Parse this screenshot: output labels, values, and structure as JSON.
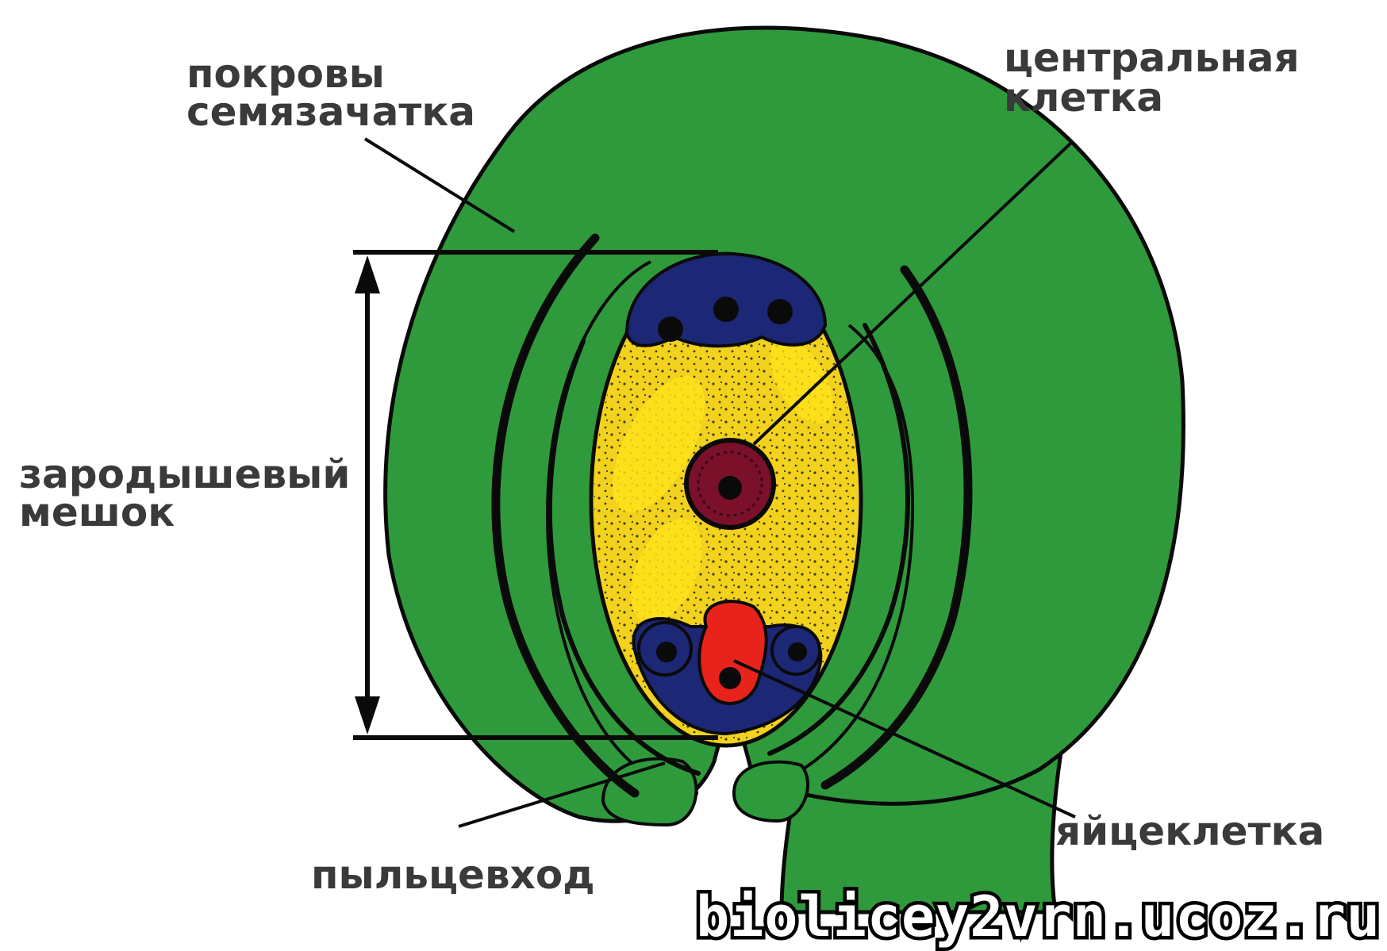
{
  "labels": {
    "integument": [
      "покровы",
      "семязачатка"
    ],
    "central_cell": [
      "центральная",
      "клетка"
    ],
    "embryo_sac": [
      "зародышевый",
      "мешок"
    ],
    "micropyle": "пыльцевход",
    "egg_cell": "яйцеклетка"
  },
  "watermark": "biolicey2vrn.ucoz.ru",
  "colors": {
    "tissue": "#2f9a3c",
    "outline": "#0a0a0a",
    "cytoplasm": "#f2d21c",
    "antipodal": "#1c2775",
    "egg": "#e8231c",
    "nucleus": "#7a1029"
  }
}
